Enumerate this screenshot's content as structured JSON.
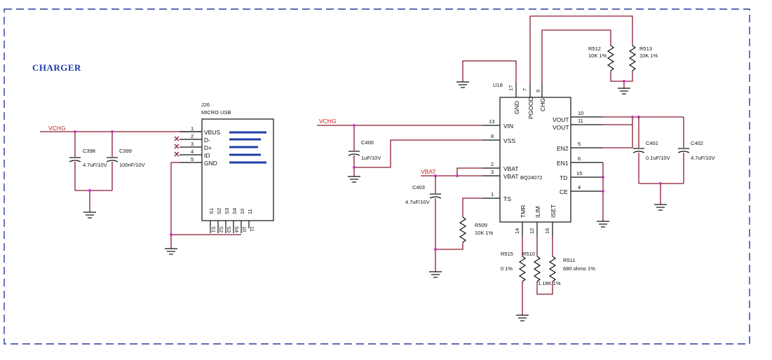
{
  "title": "CHARGER",
  "colors": {
    "wire": "#8b1a2e",
    "component": "#111111",
    "junction": "#cc33cc",
    "border": "#2a3a9f",
    "title": "#1f3fa8",
    "net_label": "#cc1a1a"
  },
  "nets": {
    "vchg_left": "VCHG",
    "vchg_right": "VCHG",
    "vbat": "VBAT"
  },
  "j26": {
    "ref": "J26",
    "desc": "MICRO USB",
    "pins": [
      {
        "num": "1",
        "name": "VBUS"
      },
      {
        "num": "2",
        "name": "D-"
      },
      {
        "num": "3",
        "name": "D+"
      },
      {
        "num": "4",
        "name": "ID"
      },
      {
        "num": "5",
        "name": "GND"
      }
    ],
    "shield_pins": [
      "S1",
      "S2",
      "S3",
      "S4",
      "10",
      "11"
    ]
  },
  "u18": {
    "ref": "U18",
    "part": "BQ24072",
    "left_pins": [
      {
        "num": "13",
        "name": "VIN"
      },
      {
        "num": "8",
        "name": "VSS"
      },
      {
        "num": "2",
        "name": "VBAT"
      },
      {
        "num": "3",
        "name": "VBAT"
      },
      {
        "num": "1",
        "name": "TS"
      }
    ],
    "right_pins": [
      {
        "num": "10",
        "name": "VOUT"
      },
      {
        "num": "11",
        "name": "VOUT"
      },
      {
        "num": "5",
        "name": "EN2"
      },
      {
        "num": "6",
        "name": "EN1"
      },
      {
        "num": "15",
        "name": "TD"
      },
      {
        "num": "4",
        "name": "CE"
      }
    ],
    "top_pins": [
      {
        "num": "17",
        "name": "GND"
      },
      {
        "num": "7",
        "name": "PGOOD"
      },
      {
        "num": "9",
        "name": "CHG"
      }
    ],
    "bottom_pins": [
      {
        "num": "14",
        "name": "TMR"
      },
      {
        "num": "12",
        "name": "ILIM"
      },
      {
        "num": "16",
        "name": "ISET"
      }
    ]
  },
  "components": {
    "c398": {
      "ref": "C398",
      "value": "4.7uF/10V"
    },
    "c399": {
      "ref": "C399",
      "value": "100nF/10V"
    },
    "c400": {
      "ref": "C400",
      "value": "1uF/10V"
    },
    "c403": {
      "ref": "C403",
      "value": "4.7uF/10V"
    },
    "c401": {
      "ref": "C401",
      "value": "0.1uF/10V"
    },
    "c402": {
      "ref": "C402",
      "value": "4.7uF/10V"
    },
    "r509": {
      "ref": "R509",
      "value": "10K 1%"
    },
    "r512": {
      "ref": "R512",
      "value": "10K 1%"
    },
    "r513": {
      "ref": "R513",
      "value": "10K 1%"
    },
    "r515": {
      "ref": "R515",
      "value": "0 1%"
    },
    "r510": {
      "ref": "R510",
      "value": "1.18K 1%"
    },
    "r511": {
      "ref": "R511",
      "value": "680 ohms 1%"
    }
  }
}
